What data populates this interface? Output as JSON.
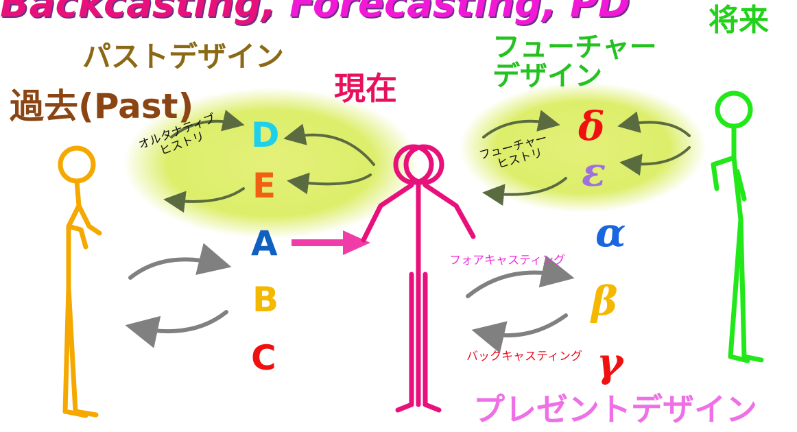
{
  "title": {
    "part1": "Backcasting,",
    "part2": " Forecasting,",
    "part3": " PD",
    "colors": [
      "#e8107a",
      "#f219d6",
      "#f219d6"
    ]
  },
  "labels": {
    "past": "過去(Past)",
    "past_design": "パストデザイン",
    "now": "現在",
    "future_design": [
      "フューチャー",
      "デザイン"
    ],
    "future": "将来",
    "present_design": "プレゼントデザイン"
  },
  "histories": {
    "alternative": [
      "オルタナティブ",
      "ヒストリ"
    ],
    "future": [
      "フューチャー",
      "ヒストリ"
    ]
  },
  "options_past": [
    {
      "letter": "D",
      "color": "#1fd0ea"
    },
    {
      "letter": "E",
      "color": "#f06010"
    },
    {
      "letter": "A",
      "color": "#1060c0"
    },
    {
      "letter": "B",
      "color": "#f5b800"
    },
    {
      "letter": "C",
      "color": "#f01010"
    }
  ],
  "options_future": [
    {
      "letter": "δ",
      "color": "#f01010"
    },
    {
      "letter": "ε",
      "color": "#a070e0"
    },
    {
      "letter": "α",
      "color": "#1a66e0"
    },
    {
      "letter": "β",
      "color": "#f5b800"
    },
    {
      "letter": "γ",
      "color": "#f01010"
    }
  ],
  "arrows": {
    "forecasting": "フォアキャスティング",
    "backcasting": "バックキャスティング"
  },
  "figures": [
    {
      "name": "past-person",
      "color": "#f5a800"
    },
    {
      "name": "present-person",
      "color": "#e8107a"
    },
    {
      "name": "future-person",
      "color": "#22e81a"
    }
  ]
}
